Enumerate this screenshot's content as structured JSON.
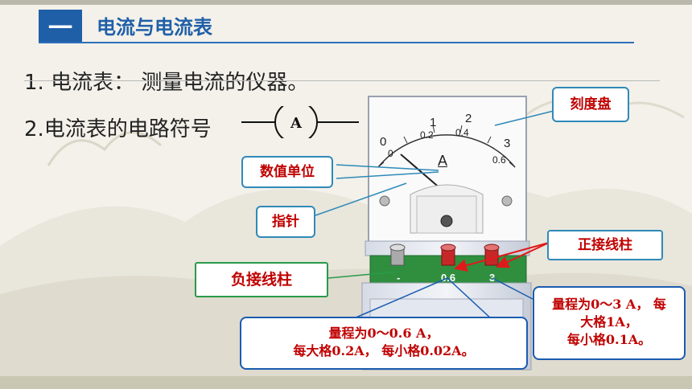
{
  "section": {
    "number": "一",
    "title": "电流与电流表"
  },
  "content": {
    "line1": "1. 电流表：   测量电流的仪器。",
    "line2": "2.电流表的电路符号",
    "symbol_letter": "A"
  },
  "meter": {
    "dial_top_labels": [
      "1",
      "2"
    ],
    "dial_bottom_labels": [
      "0",
      "0.2",
      "0.4",
      "0.6"
    ],
    "dial_extra_labels": [
      "0",
      "3"
    ],
    "unit": "A",
    "terminal_labels": [
      "-",
      "0.6",
      "3"
    ]
  },
  "callouts": {
    "dial": "刻度盘",
    "unit": "数值单位",
    "pointer": "指针",
    "positive": "正接线柱",
    "negative": "负接线柱",
    "range_06_line1": "量程为0～0.6 A，",
    "range_06_line2": "每大格0.2A，  每小格0.02A。",
    "range_3_line1": "量程为0～3 A，  每",
    "range_3_line2": "大格1A，",
    "range_3_line3": "每小格0.1A。"
  },
  "colors": {
    "accent_blue": "#1f5fa8",
    "callout_red": "#c00000",
    "terminal_panel": "#2f8f3f"
  }
}
